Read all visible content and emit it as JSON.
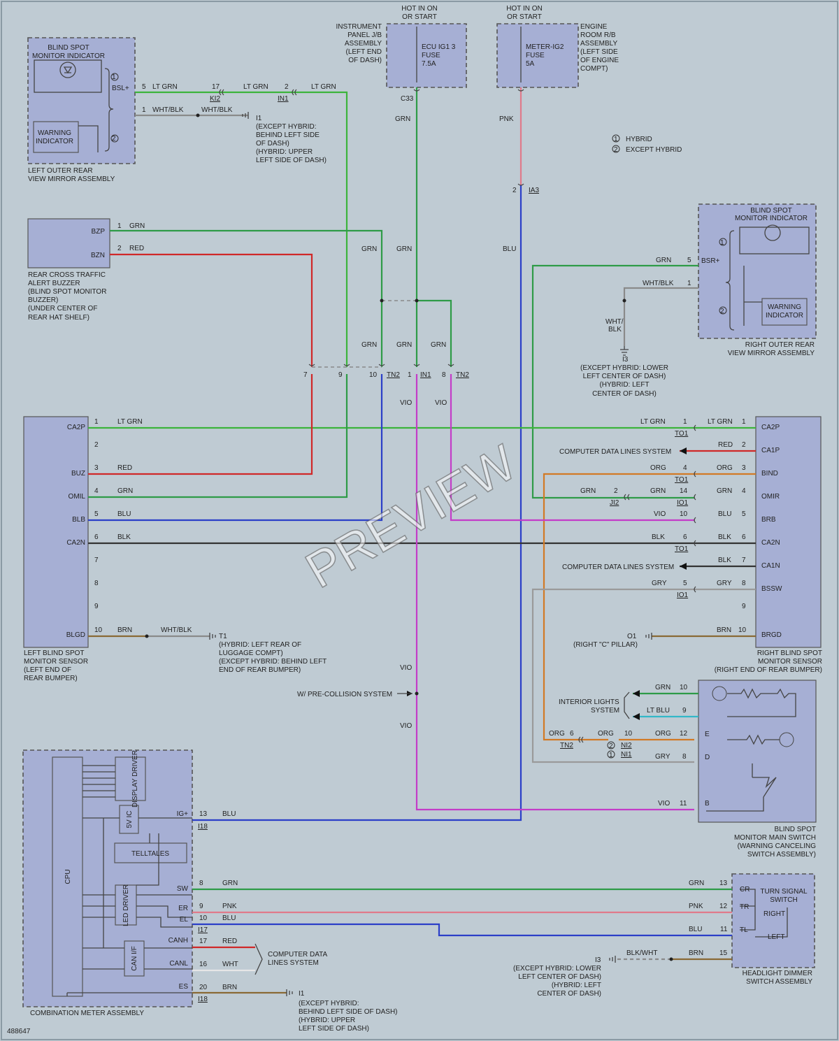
{
  "colors": {
    "ltgrn": "#3cb43c",
    "grn": "#2e9b47",
    "red": "#d02828",
    "blu": "#2b3fc8",
    "blk": "#333333",
    "whtblk": "#8a8a8a",
    "pnk": "#e07a8a",
    "vio": "#c33cc8",
    "org": "#d27a25",
    "brn": "#8a6a35",
    "gry": "#9a9a9a",
    "ltblu": "#33b8c8",
    "canvas": "#bfcbd3"
  },
  "footer_id": "488647",
  "watermark": "PREVIEW",
  "legend": {
    "hybrid": "HYBRID",
    "except_hybrid": "EXCEPT HYBRID",
    "one": "1",
    "two": "2"
  },
  "components": {
    "left_mirror": [
      "LEFT OUTER REAR",
      "VIEW MIRROR ASSEMBLY"
    ],
    "left_indicator": [
      "BLIND SPOT",
      "MONITOR INDICATOR"
    ],
    "left_warning": [
      "WARNING",
      "INDICATOR"
    ],
    "left_bsl_pin": "BSL+",
    "buzzer_pins": [
      "BZP",
      "BZN"
    ],
    "buzzer": [
      "REAR CROSS TRAFFIC",
      "ALERT BUZZER",
      "(BLIND SPOT MONITOR",
      "BUZZER)",
      "(UNDER CENTER OF",
      "REAR HAT SHELF)"
    ],
    "jb": [
      "INSTRUMENT",
      "PANEL J/B",
      "ASSEMBLY",
      "(LEFT END",
      "OF DASH)"
    ],
    "hot1": [
      "HOT IN ON",
      "OR START"
    ],
    "fuse1": [
      "ECU IG1 3",
      "FUSE",
      "7.5A"
    ],
    "hot2": [
      "HOT IN ON",
      "OR START"
    ],
    "fuse2": [
      "METER-IG2",
      "FUSE",
      "5A"
    ],
    "rb": [
      "ENGINE",
      "ROOM R/B",
      "ASSEMBLY",
      "(LEFT SIDE",
      "OF ENGINE",
      "COMPT)"
    ],
    "right_indicator": [
      "BLIND SPOT",
      "MONITOR INDICATOR"
    ],
    "right_warning": [
      "WARNING",
      "INDICATOR"
    ],
    "right_mirror": [
      "RIGHT OUTER REAR",
      "VIEW MIRROR ASSEMBLY"
    ],
    "right_bsr_pin": "BSR+",
    "left_sensor_pins": [
      "CA2P",
      "",
      "BUZ",
      "OMIL",
      "BLB",
      "CA2N",
      "",
      "",
      "",
      "BLGD"
    ],
    "left_sensor": [
      "LEFT BLIND SPOT",
      "MONITOR SENSOR",
      "(LEFT END OF",
      "REAR BUMPER)"
    ],
    "right_sensor_pins": [
      "CA2P",
      "CA1P",
      "BIND",
      "OMIR",
      "BRB",
      "CA2N",
      "CA1N",
      "BSSW",
      "",
      "BRGD"
    ],
    "right_sensor": [
      "RIGHT BLIND SPOT",
      "MONITOR SENSOR",
      "(RIGHT END OF REAR BUMPER)"
    ],
    "main_switch": [
      "BLIND SPOT",
      "MONITOR MAIN SWITCH",
      "(WARNING CANCELING",
      "SWITCH ASSEMBLY)"
    ],
    "main_switch_pins": [
      "E",
      "D",
      "B"
    ],
    "meter": "COMBINATION METER ASSEMBLY",
    "meter_blocks": {
      "display": "DISPLAY DRIVER",
      "cpu": "CPU",
      "ic": "5V IC",
      "telltales": "TELLTALES",
      "led": "LED DRIVER",
      "can": "CAN I/F"
    },
    "meter_pins": [
      "IG+",
      "SW",
      "ER",
      "EL",
      "CANH",
      "CANL",
      "ES"
    ],
    "turn_switch": [
      "TURN SIGNAL",
      "SWITCH"
    ],
    "turn_pins": [
      "CR",
      "TR",
      "TL"
    ],
    "turn_labels": [
      "RIGHT",
      "LEFT"
    ],
    "headlight": [
      "HEADLIGHT DIMMER",
      "SWITCH ASSEMBLY"
    ]
  },
  "grounds": {
    "i1_top": [
      "I1",
      "(EXCEPT HYBRID:",
      "BEHIND LEFT SIDE",
      "OF DASH)",
      "(HYBRID: UPPER",
      "LEFT SIDE OF DASH)"
    ],
    "i3_right": [
      "I3",
      "(EXCEPT HYBRID: LOWER",
      "LEFT CENTER OF DASH)",
      "(HYBRID: LEFT",
      "CENTER OF DASH)"
    ],
    "t1": [
      "T1",
      "(HYBRID: LEFT REAR OF",
      "LUGGAGE COMPT)",
      "(EXCEPT HYBRID: BEHIND LEFT",
      "END OF REAR BUMPER)"
    ],
    "o1": [
      "O1",
      "(RIGHT \"C\" PILLAR)"
    ],
    "i3_bottom": [
      "I3",
      "(EXCEPT HYBRID: LOWER",
      "LEFT CENTER OF DASH)",
      "(HYBRID: LEFT",
      "CENTER OF DASH)"
    ],
    "i1_bottom": [
      "I1",
      "(EXCEPT HYBRID:",
      "BEHIND LEFT SIDE OF DASH)",
      "(HYBRID: UPPER",
      "LEFT SIDE OF DASH)"
    ]
  },
  "systems": {
    "cdls1": "COMPUTER DATA LINES SYSTEM",
    "cdls2": "COMPUTER DATA LINES SYSTEM",
    "cdls3": [
      "COMPUTER DATA",
      "LINES SYSTEM"
    ],
    "interior": [
      "INTERIOR LIGHTS",
      "SYSTEM"
    ],
    "precollision": "W/ PRE-COLLISION SYSTEM"
  },
  "labels": {
    "ltgrn": "LT GRN",
    "grn": "GRN",
    "red": "RED",
    "blu": "BLU",
    "blk": "BLK",
    "whtblk": "WHT/BLK",
    "whtblk_split": [
      "WHT/",
      "BLK"
    ],
    "pnk": "PNK",
    "vio": "VIO",
    "org": "ORG",
    "brn": "BRN",
    "gry": "GRY",
    "ltblu": "LT BLU",
    "wht": "WHT",
    "blkwht": "BLK/WHT"
  },
  "connectors": {
    "ki2": "KI2",
    "in1": "IN1",
    "c33": "C33",
    "ia3": "IA3",
    "tn2": "TN2",
    "to1": "TO1",
    "io1": "IO1",
    "ji2": "JI2",
    "ni2": "NI2",
    "ni1": "NI1",
    "i18": "I18",
    "i17": "I17"
  },
  "pins": {
    "p1": "1",
    "p2": "2",
    "p3": "3",
    "p4": "4",
    "p5": "5",
    "p6": "6",
    "p7": "7",
    "p8": "8",
    "p9": "9",
    "p10": "10",
    "p11": "11",
    "p12": "12",
    "p13": "13",
    "p14": "14",
    "p15": "15",
    "p16": "16",
    "p17": "17",
    "p20": "20"
  }
}
